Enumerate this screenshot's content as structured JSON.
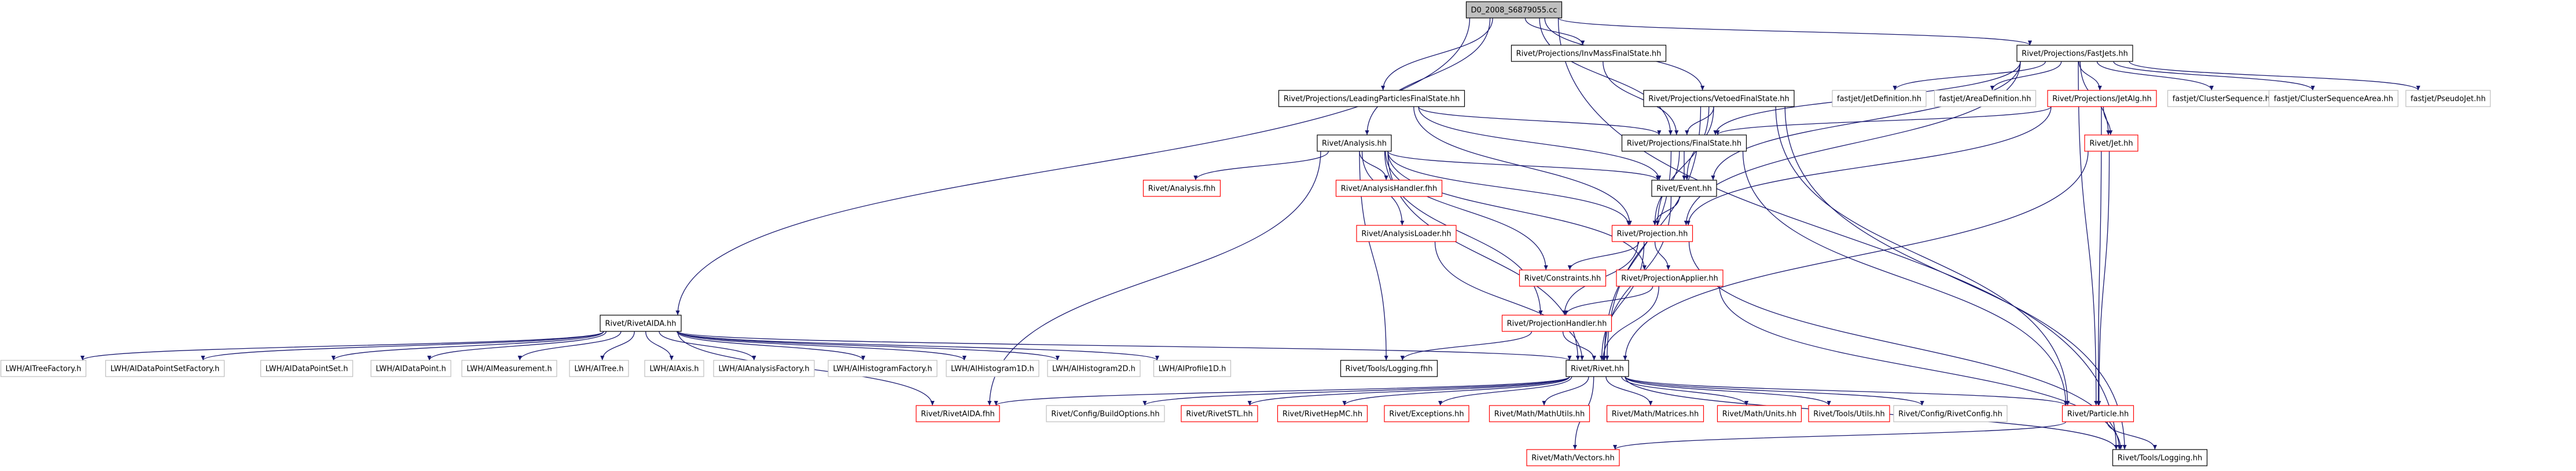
{
  "colors": {
    "edge": "#191970",
    "root_fill": "#bfbfbf",
    "node_border_black": "#000000",
    "node_border_red": "#ff0000",
    "node_border_gray": "#bfbfbf",
    "text": "#000000"
  },
  "nodes": {
    "root": {
      "label": "D0_2008_S6879055.cc"
    },
    "rivetaida": {
      "label": "Rivet/RivetAIDA.hh"
    },
    "invmass": {
      "label": "Rivet/Projections/InvMassFinalState.hh"
    },
    "leading": {
      "label": "Rivet/Projections/LeadingParticlesFinalState.hh"
    },
    "vetoed": {
      "label": "Rivet/Projections/VetoedFinalState.hh"
    },
    "fastjets": {
      "label": "Rivet/Projections/FastJets.hh"
    },
    "analysis": {
      "label": "Rivet/Analysis.hh"
    },
    "finalstate": {
      "label": "Rivet/Projections/FinalState.hh"
    },
    "fj_jetdef": {
      "label": "fastjet/JetDefinition.hh"
    },
    "fj_areadef": {
      "label": "fastjet/AreaDefinition.hh"
    },
    "jetalg": {
      "label": "Rivet/Projections/JetAlg.hh"
    },
    "fj_cs": {
      "label": "fastjet/ClusterSequence.hh"
    },
    "fj_csa": {
      "label": "fastjet/ClusterSequenceArea.hh"
    },
    "fj_pj": {
      "label": "fastjet/PseudoJet.hh"
    },
    "analysis_fhh": {
      "label": "Rivet/Analysis.fhh"
    },
    "analysishandler": {
      "label": "Rivet/AnalysisHandler.fhh"
    },
    "event": {
      "label": "Rivet/Event.hh"
    },
    "jet": {
      "label": "Rivet/Jet.hh"
    },
    "analysisloader": {
      "label": "Rivet/AnalysisLoader.hh"
    },
    "projection": {
      "label": "Rivet/Projection.hh"
    },
    "constraints": {
      "label": "Rivet/Constraints.hh"
    },
    "projapplier": {
      "label": "Rivet/ProjectionApplier.hh"
    },
    "projhandler": {
      "label": "Rivet/ProjectionHandler.hh"
    },
    "tools_logging_fhh": {
      "label": "Rivet/Tools/Logging.fhh"
    },
    "rivet": {
      "label": "Rivet/Rivet.hh"
    },
    "lwh_treefactory": {
      "label": "LWH/AITreeFactory.h"
    },
    "lwh_dpsf": {
      "label": "LWH/AIDataPointSetFactory.h"
    },
    "lwh_dps": {
      "label": "LWH/AIDataPointSet.h"
    },
    "lwh_dp": {
      "label": "LWH/AIDataPoint.h"
    },
    "lwh_meas": {
      "label": "LWH/AIMeasurement.h"
    },
    "lwh_tree": {
      "label": "LWH/AITree.h"
    },
    "lwh_axis": {
      "label": "LWH/AIAxis.h"
    },
    "lwh_af": {
      "label": "LWH/AIAnalysisFactory.h"
    },
    "lwh_hf": {
      "label": "LWH/AIHistogramFactory.h"
    },
    "lwh_h1": {
      "label": "LWH/AIHistogram1D.h"
    },
    "lwh_h2": {
      "label": "LWH/AIHistogram2D.h"
    },
    "lwh_p1": {
      "label": "LWH/AIProfile1D.h"
    },
    "rivetaida_fhh": {
      "label": "Rivet/RivetAIDA.fhh"
    },
    "buildoptions": {
      "label": "Rivet/Config/BuildOptions.hh"
    },
    "rivetstl": {
      "label": "Rivet/RivetSTL.hh"
    },
    "rivethepmc": {
      "label": "Rivet/RivetHepMC.hh"
    },
    "exceptions": {
      "label": "Rivet/Exceptions.hh"
    },
    "mathutils": {
      "label": "Rivet/Math/MathUtils.hh"
    },
    "matrices": {
      "label": "Rivet/Math/Matrices.hh"
    },
    "units": {
      "label": "Rivet/Math/Units.hh"
    },
    "utils": {
      "label": "Rivet/Tools/Utils.hh"
    },
    "rivetconfig": {
      "label": "Rivet/Config/RivetConfig.hh"
    },
    "particle": {
      "label": "Rivet/Particle.hh"
    },
    "vectors": {
      "label": "Rivet/Math/Vectors.hh"
    },
    "logging": {
      "label": "Rivet/Tools/Logging.hh"
    }
  }
}
